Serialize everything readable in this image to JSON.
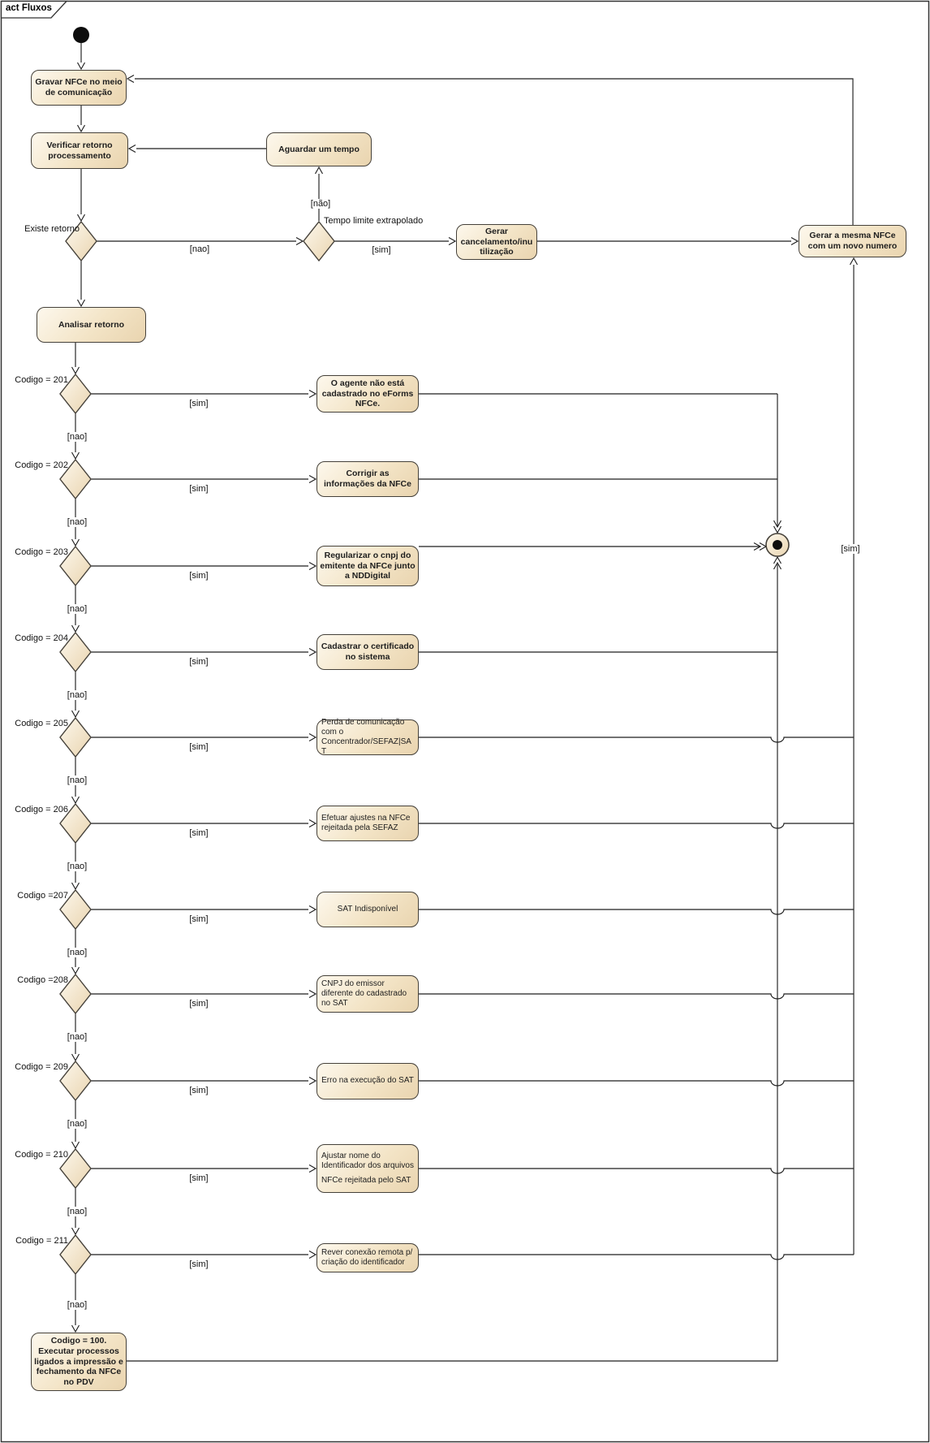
{
  "frame": {
    "title": "act Fluxos"
  },
  "palette": {
    "node_fill_light": "#FDF8ED",
    "node_fill_dark": "#E9D4AF",
    "node_border": "#45413A",
    "edge": "#1F1F1F"
  },
  "initial_flow": {
    "gravar": "Gravar NFCe no meio de comunicação",
    "verificar": "Verificar retorno processamento",
    "aguardar": "Aguardar um tempo",
    "existe_retorno": {
      "label": "Existe retorno",
      "nao": "[nao]"
    },
    "tempo_limite": {
      "label": "Tempo limite extrapolado",
      "nao": "[não]",
      "sim": "[sim]"
    },
    "gerar_cancelamento": "Gerar cancelamento/inutilização",
    "gerar_mesma_nfce": "Gerar a mesma NFCe com um novo numero",
    "analisar": "Analisar retorno",
    "retry_rail_sim": "[sim]"
  },
  "rows": [
    {
      "condition": "Codigo = 201",
      "sim": "[sim]",
      "nao": "[nao]",
      "action": "O agente não está cadastrado no eForms NFCe.",
      "target": "final"
    },
    {
      "condition": "Codigo = 202",
      "sim": "[sim]",
      "nao": "[nao]",
      "action": "Corrigir as informações da NFCe",
      "target": "final"
    },
    {
      "condition": "Codigo = 203",
      "sim": "[sim]",
      "nao": "[nao]",
      "action": "Regularizar o cnpj do emitente da NFCe junto a NDDigital",
      "target": "final"
    },
    {
      "condition": "Codigo = 204",
      "sim": "[sim]",
      "nao": "[nao]",
      "action": "Cadastrar o certificado no sistema",
      "target": "final"
    },
    {
      "condition": "Codigo = 205",
      "sim": "[sim]",
      "nao": "[nao]",
      "action": "Perda de comunicação com o Concentrador/SEFAZ|SAT",
      "target": "retry"
    },
    {
      "condition": "Codigo = 206",
      "sim": "[sim]",
      "nao": "[nao]",
      "action": "Efetuar ajustes na NFCe rejeitada pela SEFAZ",
      "target": "retry"
    },
    {
      "condition": "Codigo =207",
      "sim": "[sim]",
      "nao": "[nao]",
      "action": "SAT Indisponível",
      "target": "retry"
    },
    {
      "condition": "Codigo =208",
      "sim": "[sim]",
      "nao": "[nao]",
      "action": "CNPJ do emissor diferente do cadastrado no SAT",
      "target": "retry"
    },
    {
      "condition": "Codigo = 209",
      "sim": "[sim]",
      "nao": "[nao]",
      "action": "Erro na execução do SAT",
      "target": "retry"
    },
    {
      "condition": "Codigo = 210",
      "sim": "[sim]",
      "nao": "[nao]",
      "action": "Ajustar nome do Identificador dos arquivos",
      "action2": "NFCe rejeitada pelo SAT",
      "target": "retry"
    },
    {
      "condition": "Codigo = 211",
      "sim": "[sim]",
      "nao": "[nao]",
      "action": "Rever conexão remota p/ criação do identificador",
      "target": "retry"
    }
  ],
  "final_action": "Codigo = 100. Executar processos ligados a impressão e fechamento da NFCe no PDV"
}
